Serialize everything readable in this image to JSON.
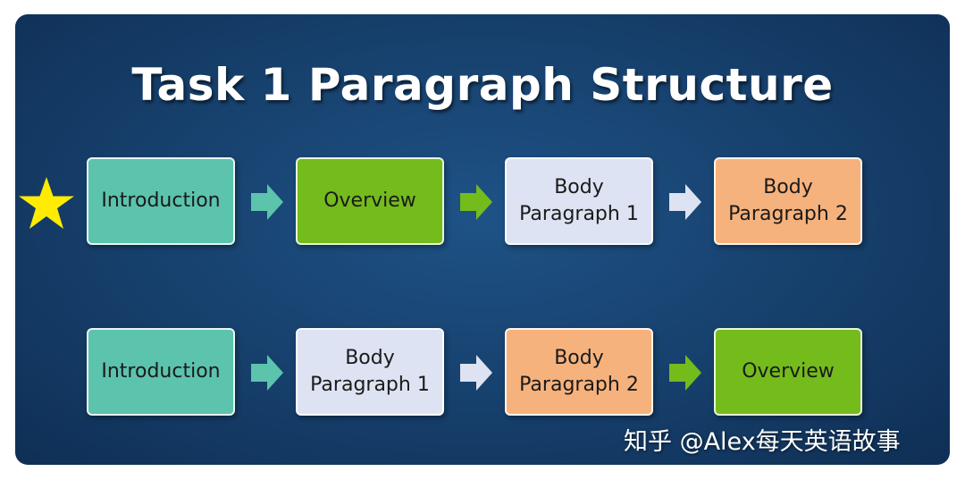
{
  "title": "Task 1 Paragraph Structure",
  "colors": {
    "introduction": "#5cc3ad",
    "overview": "#74bb1c",
    "body1": "#dde3f2",
    "body2": "#f6b27d",
    "star": "#ffec00"
  },
  "icons": {
    "star": "star-icon",
    "arrow": "right-arrow-icon"
  },
  "row1": {
    "boxes": [
      {
        "label": "Introduction",
        "role": "introduction"
      },
      {
        "label": "Overview",
        "role": "overview"
      },
      {
        "label": "Body\nParagraph 1",
        "role": "body1"
      },
      {
        "label": "Body\nParagraph 2",
        "role": "body2"
      }
    ]
  },
  "row2": {
    "boxes": [
      {
        "label": "Introduction",
        "role": "introduction"
      },
      {
        "label": "Body\nParagraph 1",
        "role": "body1"
      },
      {
        "label": "Body\nParagraph 2",
        "role": "body2"
      },
      {
        "label": "Overview",
        "role": "overview"
      }
    ]
  },
  "watermark": "知乎 @Alex每天英语故事"
}
